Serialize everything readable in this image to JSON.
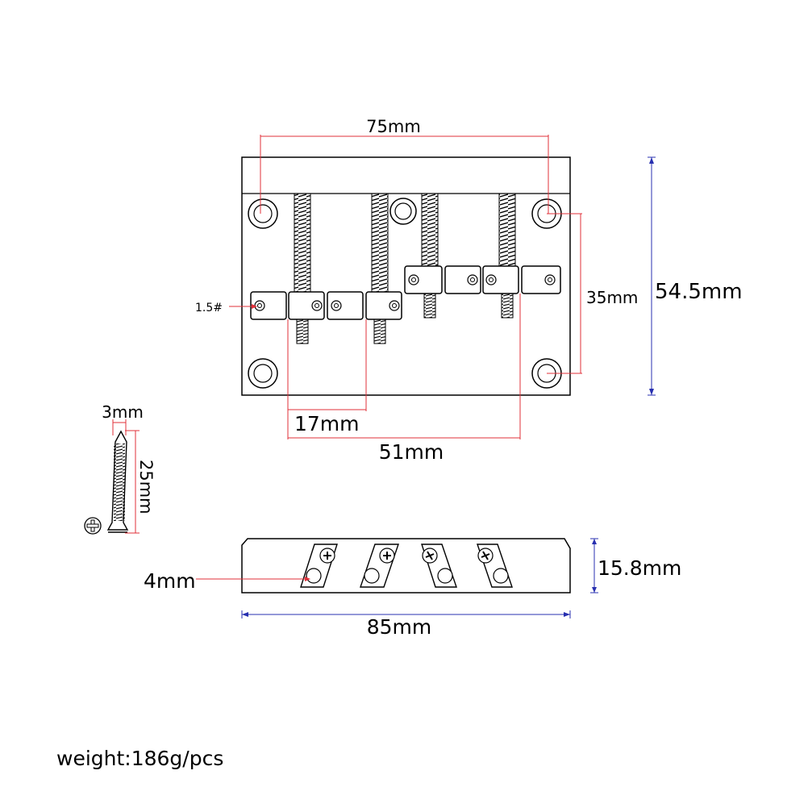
{
  "dimensions": {
    "screw_spacing": "75mm",
    "overall_length": "54.5mm",
    "mount_hole_spacing": "35mm",
    "saddle_spacing": "17mm",
    "outer_string_span": "51mm",
    "set_screw_size": "1.5#",
    "screw_diameter": "3mm",
    "screw_length": "25mm",
    "hole_diameter": "4mm",
    "height": "15.8mm",
    "width": "85mm"
  },
  "weight_text": "weight:186g/pcs",
  "colors": {
    "red_dimension": "#e0303a",
    "blue_dimension": "#2830b0",
    "outline": "#000000"
  }
}
